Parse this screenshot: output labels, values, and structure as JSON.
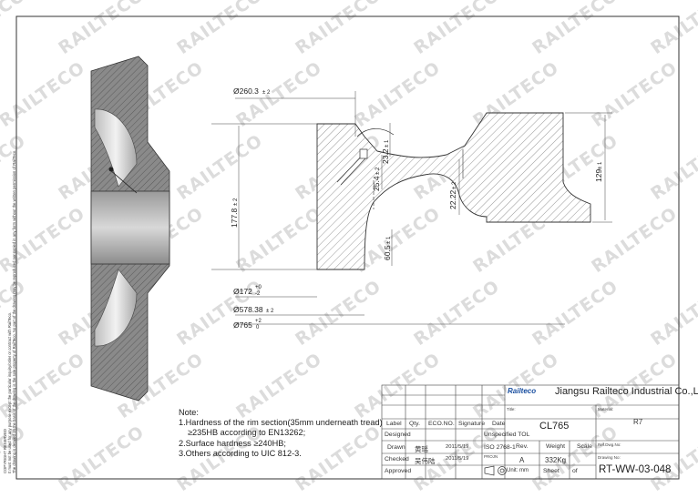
{
  "watermark": "RAILTECO",
  "copyright": [
    "COPYRIGHT RESERVED",
    "It must not be used for any purpose except the particular inquiry/order or contract with RailTeco.",
    "The drawing is detailed on the basis of the drawing is the sole property of RailTeco. No part of the drawing may be reproduced nor copied in any form without the written permission of RailTeco."
  ],
  "dimensions": {
    "d260": "Ø260.3",
    "d260_tol": "± 2",
    "r177": "177.8",
    "r177_tol": "± 2",
    "d23": "23.2",
    "d23_tol": "± 1",
    "d25": "25.4",
    "d25_tol": "± 2",
    "d22": "22.22",
    "d22_tol": "± 2",
    "d60": "60.5",
    "d60_tol": "± 1",
    "d129": "129",
    "d129_tol": "± 1",
    "d172": "Ø172",
    "d172_tol_up": "+0",
    "d172_tol_dn": "-2",
    "d578": "Ø578.38",
    "d578_tol": "± 2",
    "d765": "Ø765",
    "d765_tol_up": "+2",
    "d765_tol_dn": "0"
  },
  "notes": {
    "title": "Note:",
    "items": [
      "1.Hardness of the rim section(35mm underneath tread)",
      "  ≥235HB according to EN13262;",
      "2.Surface hardness ≥240HB;",
      "3.Others according to UIC 812-3."
    ]
  },
  "title_block": {
    "logo": "Railteco",
    "company": "Jiangsu Railteco Industrial Co.,LTD",
    "title_label": "Title:",
    "title": "CL765",
    "material_label": "Material:",
    "material": "R7",
    "ref_label": "Ref.Dwg.No:",
    "drawing_no_label": "Drawing No:",
    "drawing_no": "RT-WW-03-048",
    "headers": [
      "Label",
      "Qty.",
      "ECO.NO.",
      "Signature",
      "Date"
    ],
    "designed": "Designed",
    "unspecified": "Unspecified TOL",
    "drawn": "Drawn",
    "drawn_sig": "黄瑶",
    "drawn_date": "2011/5/19",
    "iso": "ISO 2768-1",
    "checked": "Checked",
    "checked_sig": "吴伟陆",
    "checked_date": "2011/5/19",
    "projn": "PROJN",
    "approved": "Approved",
    "rev_label": "Rev.",
    "rev": "A",
    "weight_label": "Weight",
    "weight": "332Kg",
    "scale_label": "Scale",
    "unit": "Unit: mm",
    "sheet_label": "Sheet",
    "of_label": "of"
  }
}
